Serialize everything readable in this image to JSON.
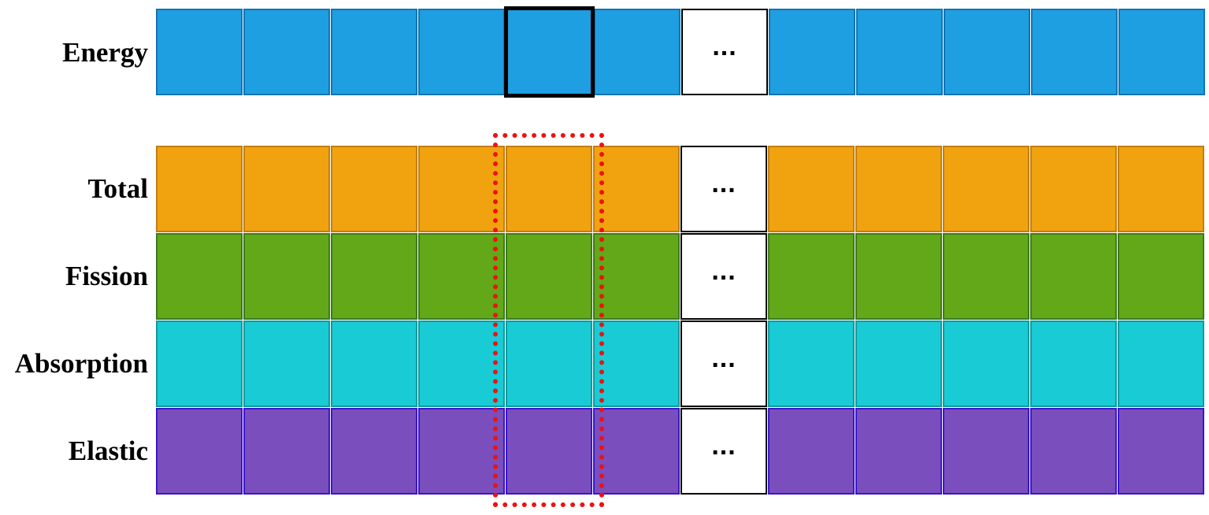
{
  "energy_row": {
    "label": "Energy",
    "fill": "#1e9fe2",
    "stroke": "#1474b0",
    "cells_before_ellipsis": 6,
    "cells_after_ellipsis": 5,
    "selected_cell_index": 4,
    "ellipsis": "..."
  },
  "cross_section_rows": [
    {
      "label": "Total",
      "fill": "#f0a30f",
      "stroke": "#c27e13",
      "cells_before_ellipsis": 6,
      "cells_after_ellipsis": 5,
      "ellipsis": "..."
    },
    {
      "label": "Fission",
      "fill": "#62a818",
      "stroke": "#3e7a1d",
      "cells_before_ellipsis": 6,
      "cells_after_ellipsis": 5,
      "ellipsis": "..."
    },
    {
      "label": "Absorption",
      "fill": "#18cbd5",
      "stroke": "#14999c",
      "cells_before_ellipsis": 6,
      "cells_after_ellipsis": 5,
      "ellipsis": "..."
    },
    {
      "label": "Elastic",
      "fill": "#7a4fbd",
      "stroke": "#3a16c9",
      "cells_before_ellipsis": 6,
      "cells_after_ellipsis": 5,
      "ellipsis": "..."
    }
  ],
  "highlight": {
    "style": "dotted",
    "color": "#ee1111",
    "column_index": 4
  }
}
